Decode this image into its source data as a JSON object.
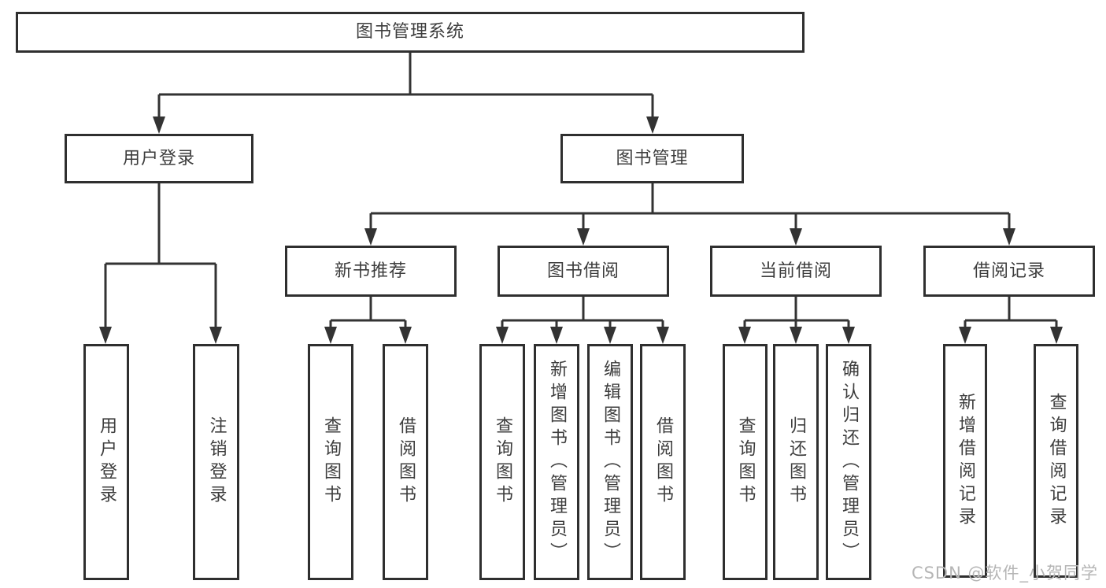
{
  "colors": {
    "line": "#333333",
    "box_border": "#2f2f2f",
    "text": "#3d3d3d",
    "background": "#ffffff",
    "watermark": "#b5b5b5"
  },
  "watermark": {
    "text": "CSDN @软件_小贺同学"
  },
  "tree": {
    "label": "图书管理系统",
    "children": [
      {
        "label": "用户登录",
        "children": [
          {
            "label": "用户登录"
          },
          {
            "label": "注销登录"
          }
        ]
      },
      {
        "label": "图书管理",
        "children": [
          {
            "label": "新书推荐",
            "children": [
              {
                "label": "查询图书"
              },
              {
                "label": "借阅图书"
              }
            ]
          },
          {
            "label": "图书借阅",
            "children": [
              {
                "label": "查询图书"
              },
              {
                "label": "新增图书（管理员）"
              },
              {
                "label": "编辑图书（管理员）"
              },
              {
                "label": "借阅图书"
              }
            ]
          },
          {
            "label": "当前借阅",
            "children": [
              {
                "label": "查询图书"
              },
              {
                "label": "归还图书"
              },
              {
                "label": "确认归还（管理员）"
              }
            ]
          },
          {
            "label": "借阅记录",
            "children": [
              {
                "label": "新增借阅记录"
              },
              {
                "label": "查询借阅记录"
              }
            ]
          }
        ]
      }
    ]
  }
}
